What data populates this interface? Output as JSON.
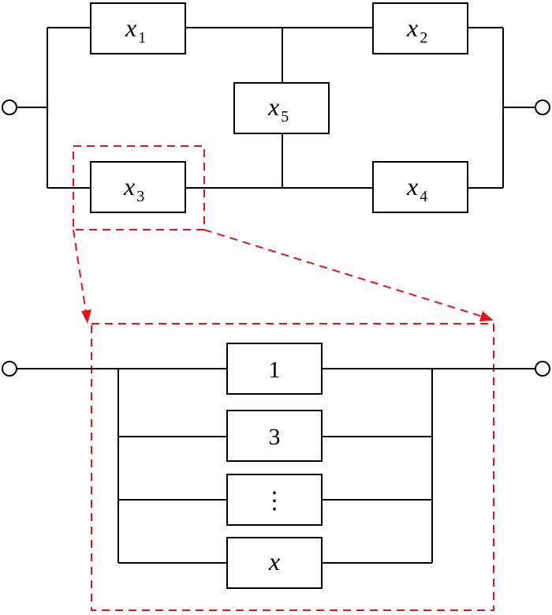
{
  "colors": {
    "line": "#000000",
    "highlight": "#e2141c",
    "background": "#ffffff"
  },
  "top_circuit": {
    "components": [
      {
        "var": "x",
        "sub": "1"
      },
      {
        "var": "x",
        "sub": "2"
      },
      {
        "var": "x",
        "sub": "5"
      },
      {
        "var": "x",
        "sub": "3"
      },
      {
        "var": "x",
        "sub": "4"
      }
    ]
  },
  "detail_circuit": {
    "components": [
      {
        "text": "1"
      },
      {
        "text": "3"
      },
      {
        "text": "⋮"
      },
      {
        "text": "x"
      }
    ]
  }
}
